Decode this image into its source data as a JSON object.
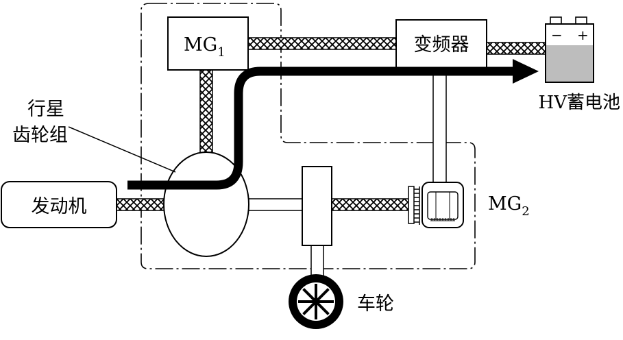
{
  "labels": {
    "mg1": "MG",
    "mg1_sub": "1",
    "inverter": "变频器",
    "battery": "HV蓄电池",
    "battery_minus": "−",
    "battery_plus": "+",
    "planetary_line1": "行星",
    "planetary_line2": "齿轮组",
    "engine": "发动机",
    "mg2": "MG",
    "mg2_sub": "2",
    "wheel": "车轮"
  },
  "colors": {
    "line": "#000000",
    "battery_fill": "#bdbdbd",
    "background": "#ffffff"
  }
}
